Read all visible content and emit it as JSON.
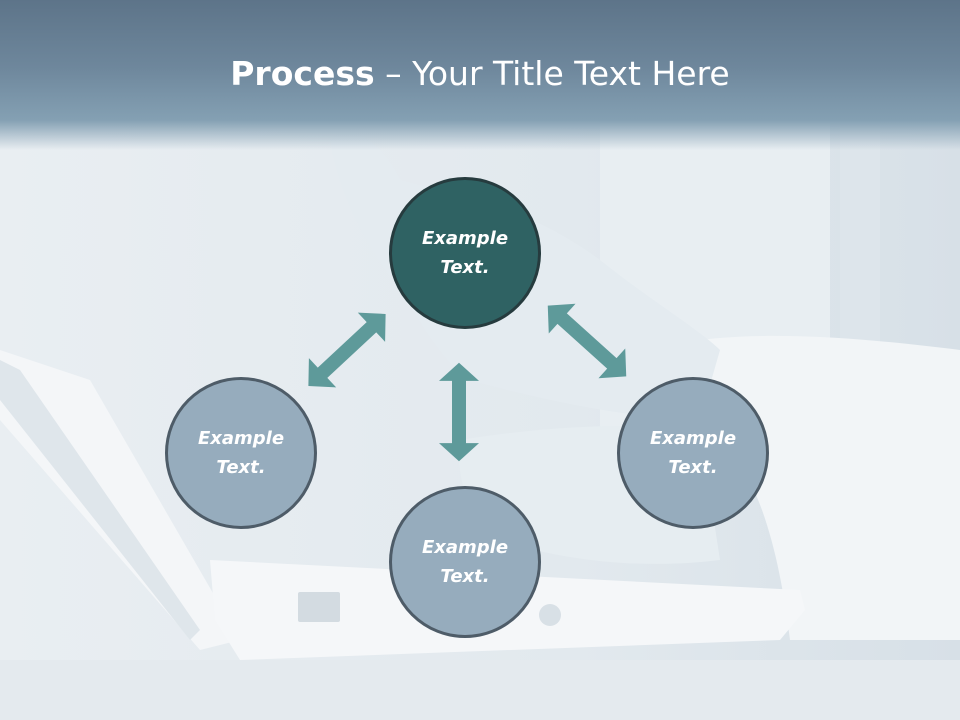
{
  "slide": {
    "title_bold": "Process",
    "title_rest": " – Your Title Text Here"
  },
  "circles": {
    "top": "Example\nText.",
    "left": "Example\nText.",
    "right": "Example\nText.",
    "bottom": "Example\nText."
  },
  "colors": {
    "title_bar": "#6e879c",
    "circle_light": "#96acbd",
    "circle_dark": "#2f6263",
    "arrow": "#5e9a9a"
  },
  "icons": {
    "arrows": "double-headed-arrow-icon"
  }
}
